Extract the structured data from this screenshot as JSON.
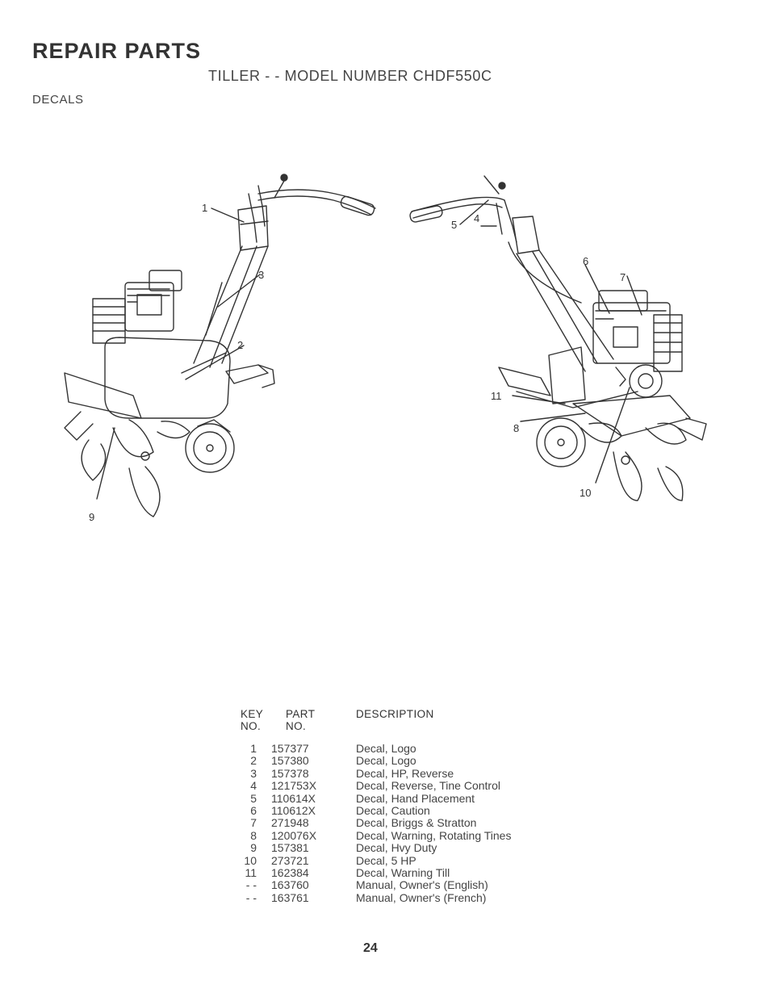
{
  "header": {
    "title": "REPAIR PARTS",
    "subtitle": "TILLER - - MODEL NUMBER CHDF550C",
    "section": "DECALS"
  },
  "callouts": [
    "1",
    "2",
    "3",
    "4",
    "5",
    "6",
    "7",
    "8",
    "9",
    "10",
    "11"
  ],
  "table": {
    "key_header_line1": "KEY",
    "key_header_line2": "NO.",
    "part_header_line1": "PART",
    "part_header_line2": "NO.",
    "desc_header": "DESCRIPTION",
    "rows": [
      {
        "key": "1",
        "part": "157377",
        "desc": "Decal, Logo"
      },
      {
        "key": "2",
        "part": "157380",
        "desc": "Decal, Logo"
      },
      {
        "key": "3",
        "part": "157378",
        "desc": "Decal, HP, Reverse"
      },
      {
        "key": "4",
        "part": "121753X",
        "desc": "Decal, Reverse, Tine Control"
      },
      {
        "key": "5",
        "part": "110614X",
        "desc": "Decal, Hand Placement"
      },
      {
        "key": "6",
        "part": "110612X",
        "desc": "Decal, Caution"
      },
      {
        "key": "7",
        "part": "271948",
        "desc": "Decal, Briggs & Stratton"
      },
      {
        "key": "8",
        "part": "120076X",
        "desc": "Decal, Warning, Rotating Tines"
      },
      {
        "key": "9",
        "part": "157381",
        "desc": "Decal, Hvy Duty"
      },
      {
        "key": "10",
        "part": "273721",
        "desc": "Decal, 5 HP"
      },
      {
        "key": "11",
        "part": "162384",
        "desc": "Decal, Warning Till"
      },
      {
        "key": "- -",
        "part": "163760",
        "desc": "Manual, Owner's (English)"
      },
      {
        "key": "- -",
        "part": "163761",
        "desc": "Manual, Owner's (French)"
      }
    ]
  },
  "page_number": "24"
}
